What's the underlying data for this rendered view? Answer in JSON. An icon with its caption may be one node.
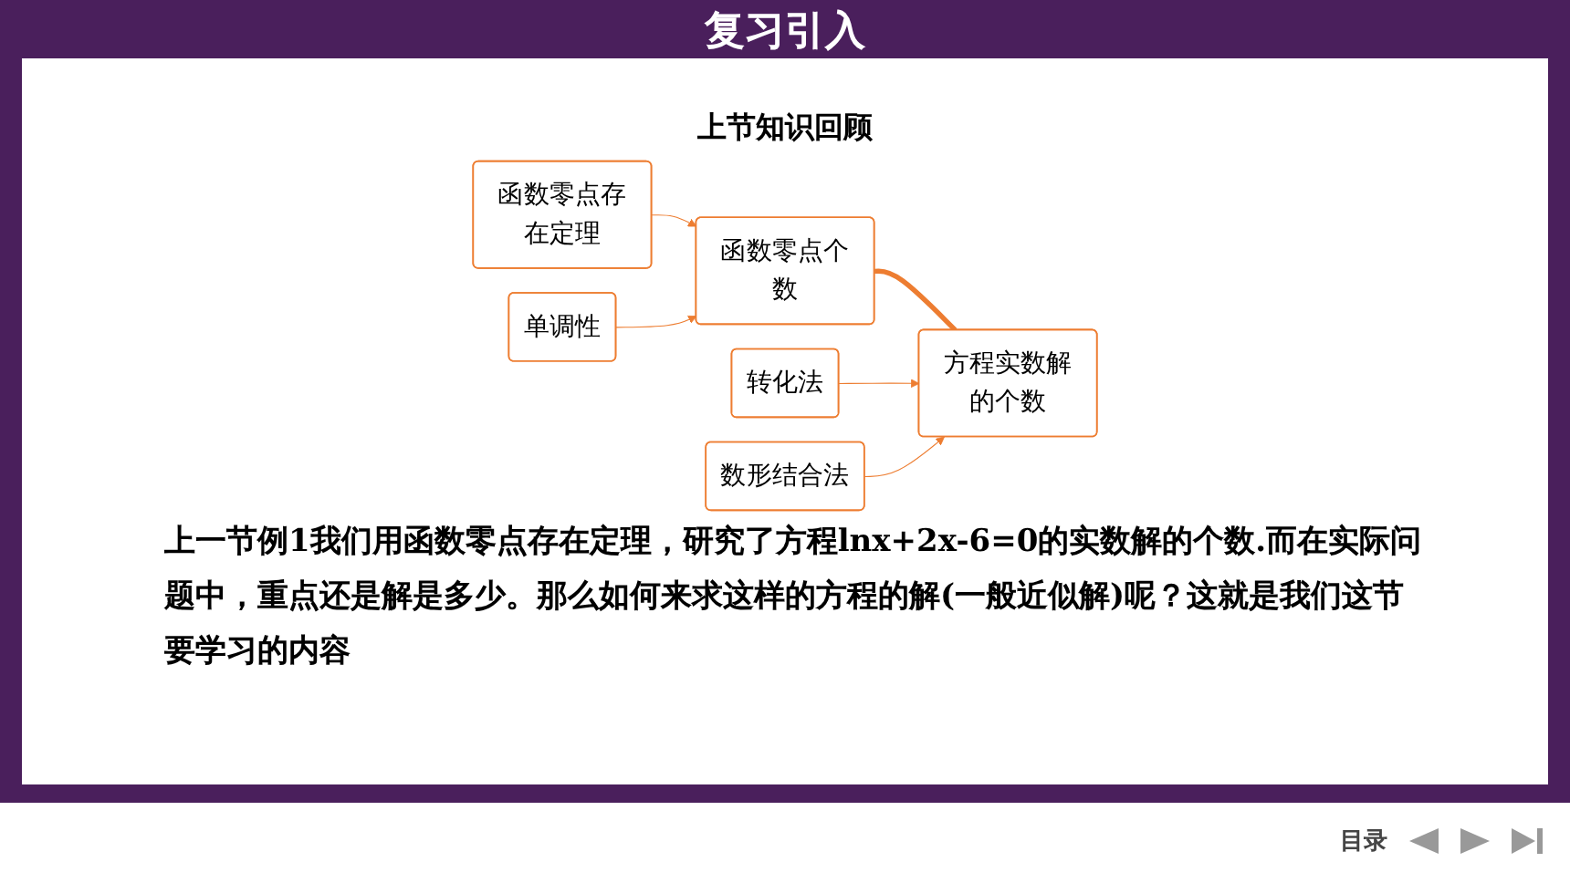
{
  "diagram": {
    "title": "复习引入",
    "nodes": [
      {
        "text": [
          "函数零点存在定理"
        ]
      },
      {
        "text": [
          "单调性"
        ]
      },
      {
        "text": [
          "函数零点个数"
        ]
      },
      {
        "text": [
          "方程实数解的个数"
        ]
      },
      {
        "text": [
          "转化法"
        ]
      },
      {
        "text": [
          "数形结合法"
        ]
      }
    ],
    "edges": [
      {
        "from": 0,
        "to": 2,
        "arrow": "to"
      },
      {
        "from": 1,
        "to": 2,
        "arrow": "to"
      },
      {
        "from": 2,
        "to": 3,
        "arrow": "none",
        "style": "thick"
      },
      {
        "from": 4,
        "to": 3,
        "arrow": "to"
      },
      {
        "from": 5,
        "to": 3,
        "arrow": "to"
      }
    ],
    "labels": [
      "上节知识回顾",
      "上一节例1我们用函数零点存在定理，研究了方程lnx+2x-6=0的实数解的个数.而在实际问题中，重点还是解是多少。那么如何来求这样的方程的解(一般近似解)呢？这就是我们这节要学习的内容",
      "目录"
    ]
  }
}
